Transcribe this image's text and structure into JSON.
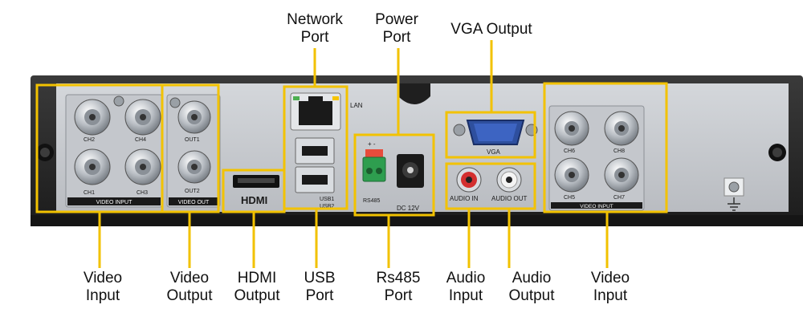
{
  "callouts_top": [
    {
      "id": "network-port",
      "lines": [
        "Network",
        "Port"
      ]
    },
    {
      "id": "power-port",
      "lines": [
        "Power",
        "Port"
      ]
    },
    {
      "id": "vga-output",
      "lines": [
        "VGA Output"
      ]
    }
  ],
  "callouts_bottom": [
    {
      "id": "video-input-left",
      "lines": [
        "Video",
        "Input"
      ]
    },
    {
      "id": "video-output",
      "lines": [
        "Video",
        "Output"
      ]
    },
    {
      "id": "hdmi-output",
      "lines": [
        "HDMI",
        "Output"
      ]
    },
    {
      "id": "usb-port",
      "lines": [
        "USB",
        "Port"
      ]
    },
    {
      "id": "rs485-port",
      "lines": [
        "Rs485",
        "Port"
      ]
    },
    {
      "id": "audio-input",
      "lines": [
        "Audio",
        "Input"
      ]
    },
    {
      "id": "audio-output",
      "lines": [
        "Audio",
        "Output"
      ]
    },
    {
      "id": "video-input-right",
      "lines": [
        "Video",
        "Input"
      ]
    }
  ],
  "panel_labels": {
    "ch1": "CH1",
    "ch2": "CH2",
    "ch3": "CH3",
    "ch4": "CH4",
    "ch5": "CH5",
    "ch6": "CH6",
    "ch7": "CH7",
    "ch8": "CH8",
    "out1": "OUT1",
    "out2": "OUT2",
    "video_input": "VIDEO INPUT",
    "video_out": "VIDEO OUT",
    "hdmi": "HDMI",
    "lan": "LAN",
    "usb1": "USB1",
    "usb2": "USB2",
    "rs485": "RS485",
    "rs485_pins": "+ -",
    "dc": "DC 12V",
    "vga": "VGA",
    "audio_in": "AUDIO IN",
    "audio_out": "AUDIO OUT"
  },
  "colors": {
    "highlight": "#f2c200",
    "chassis": "#2b2b2b",
    "panel": "#c8cbd0",
    "port_metal": "#d9dce0"
  }
}
